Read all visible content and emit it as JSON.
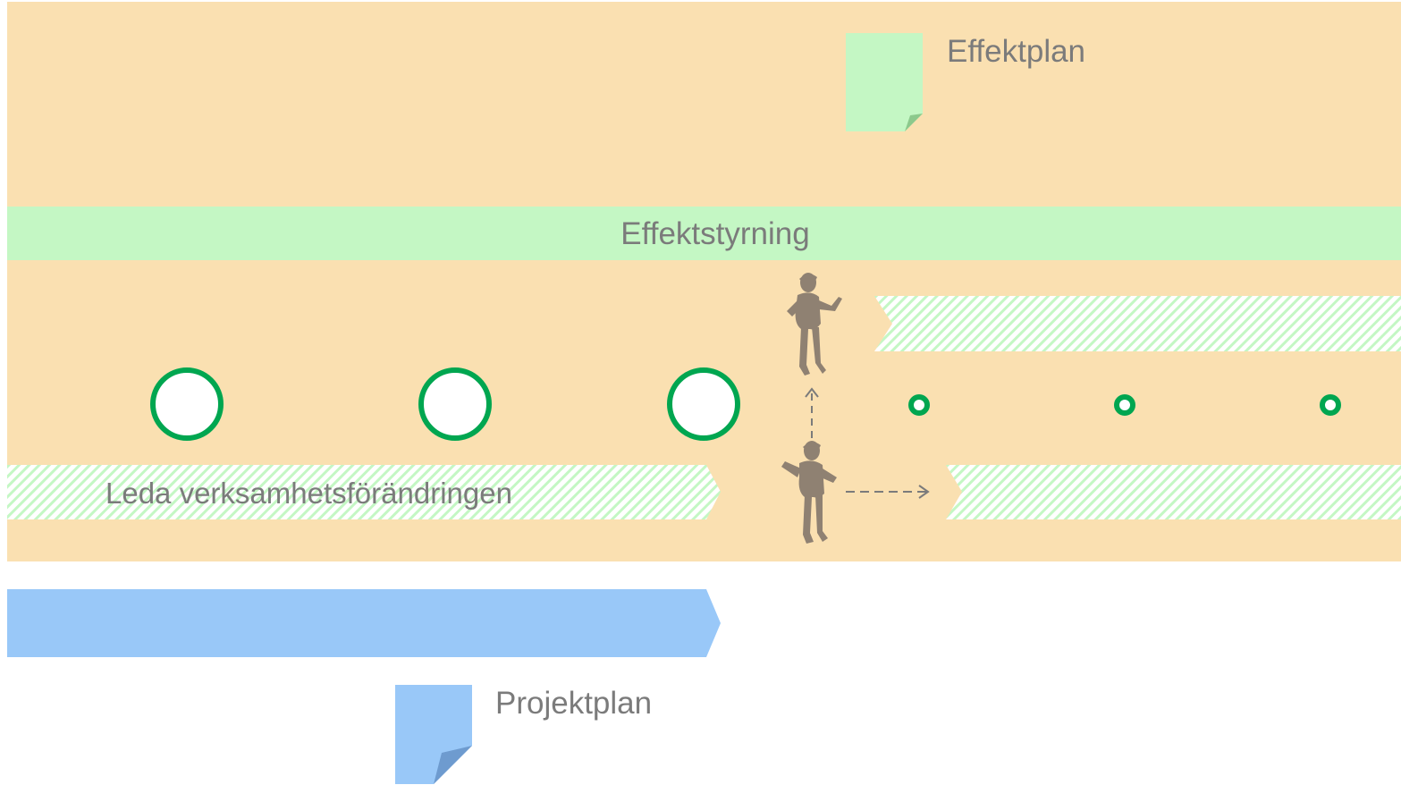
{
  "effektplan": {
    "label": "Effektplan",
    "color": "#c4f7c4"
  },
  "effektstyrning": {
    "label": "Effektstyrning",
    "color": "#c4f7c4"
  },
  "leda": {
    "label": "Leda verksamhetsförändringen"
  },
  "projektplan": {
    "label": "Projektplan",
    "color": "#99c8f8"
  },
  "colors": {
    "band": "#fae0b1",
    "milestone": "#00a650",
    "text": "#7b7b7b",
    "project_arrow": "#99c8f8"
  },
  "icons": [
    "person-figure-icon",
    "person-figure-icon",
    "document-icon",
    "document-icon"
  ]
}
